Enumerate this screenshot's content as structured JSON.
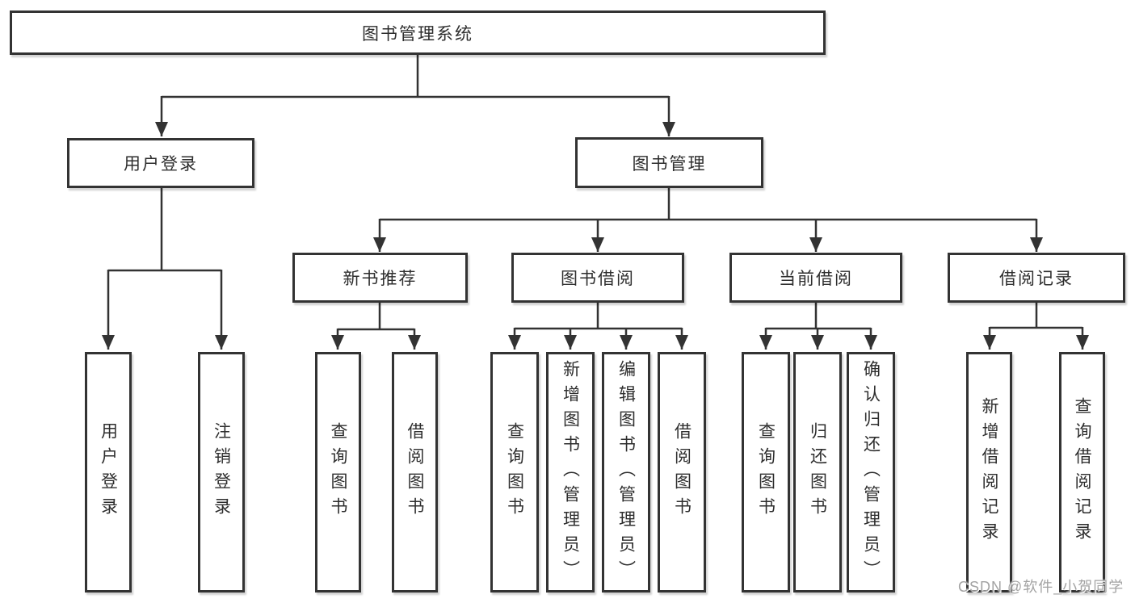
{
  "diagram_type": "hierarchy-tree",
  "colors": {
    "line": "#333333",
    "box_border": "#333333",
    "box_background": "#ffffff",
    "text": "#2e2e2e",
    "watermark": "#a3a3a3",
    "page_background": "#ffffff"
  },
  "tree": {
    "label": "图书管理系统",
    "children": [
      {
        "label": "用户登录",
        "children": [
          {
            "label": "用户登录"
          },
          {
            "label": "注销登录"
          }
        ]
      },
      {
        "label": "图书管理",
        "children": [
          {
            "label": "新书推荐",
            "children": [
              {
                "label": "查询图书"
              },
              {
                "label": "借阅图书"
              }
            ]
          },
          {
            "label": "图书借阅",
            "children": [
              {
                "label": "查询图书"
              },
              {
                "label": "新增图书（管理员）"
              },
              {
                "label": "编辑图书（管理员）"
              },
              {
                "label": "借阅图书"
              }
            ]
          },
          {
            "label": "当前借阅",
            "children": [
              {
                "label": "查询图书"
              },
              {
                "label": "归还图书"
              },
              {
                "label": "确认归还（管理员）"
              }
            ]
          },
          {
            "label": "借阅记录",
            "children": [
              {
                "label": "新增借阅记录"
              },
              {
                "label": "查询借阅记录"
              }
            ]
          }
        ]
      }
    ]
  },
  "watermark": "CSDN @软件_小贺同学"
}
